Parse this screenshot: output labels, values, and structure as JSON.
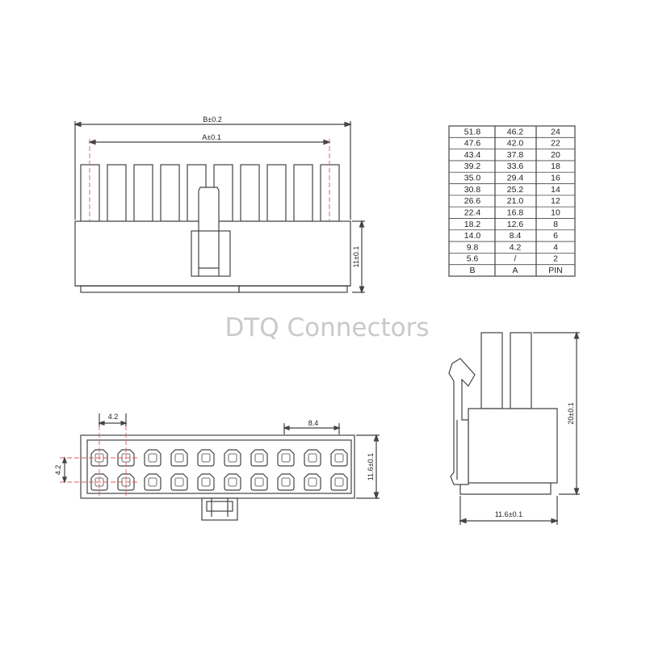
{
  "watermark": "DTQ Connectors",
  "front_view": {
    "width_label": "B±0.2",
    "pitch_span_label": "A±0.1",
    "height_label": "11±0.1"
  },
  "bottom_view": {
    "pitch_label": "4.2",
    "pitch_top_label": "8.4",
    "row_pitch_label": "4.2",
    "depth_label": "11.6±0.1"
  },
  "side_view": {
    "height_label": "20±0.1",
    "depth_label": "11.6±0.1"
  },
  "dimension_table": {
    "headers": [
      "B",
      "A",
      "PIN"
    ],
    "rows": [
      [
        "51.8",
        "46.2",
        "24"
      ],
      [
        "47.6",
        "42.0",
        "22"
      ],
      [
        "43.4",
        "37.8",
        "20"
      ],
      [
        "39.2",
        "33.6",
        "18"
      ],
      [
        "35.0",
        "29.4",
        "16"
      ],
      [
        "30.8",
        "25.2",
        "14"
      ],
      [
        "26.6",
        "21.0",
        "12"
      ],
      [
        "22.4",
        "16.8",
        "10"
      ],
      [
        "18.2",
        "12.6",
        "8"
      ],
      [
        "14.0",
        "8.4",
        "6"
      ],
      [
        "9.8",
        "4.2",
        "4"
      ],
      [
        "5.6",
        "/",
        "2"
      ]
    ]
  },
  "colors": {
    "line": "#444444",
    "center_line": "#e05a5a",
    "watermark": "#c9c9c9"
  }
}
